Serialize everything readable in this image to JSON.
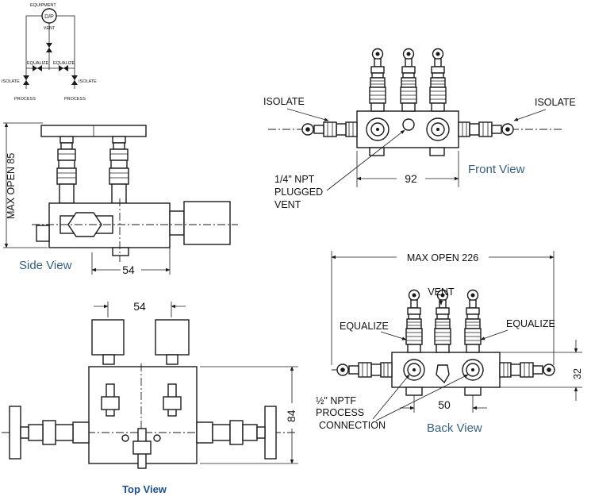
{
  "schematic": {
    "top_label": "EQUIPMENT",
    "dp": "D/P",
    "vent": "VENT",
    "equalize_left": "EQUALIZE",
    "equalize_right": "EQUALIZE",
    "isolate_left": "ISOLATE",
    "isolate_right": "ISOLATE",
    "process_left": "PROCESS",
    "process_right": "PROCESS"
  },
  "side_view": {
    "title": "Side View",
    "dim_height": "MAX OPEN 85",
    "dim_width": "54"
  },
  "front_view": {
    "title": "Front View",
    "isolate_left": "ISOLATE",
    "isolate_right": "ISOLATE",
    "dim_width": "92",
    "vent_line1": "1/4\" NPT",
    "vent_line2": "PLUGGED",
    "vent_line3": "VENT"
  },
  "top_view": {
    "title": "Top View",
    "dim_width": "54",
    "dim_height": "84"
  },
  "back_view": {
    "title": "Back View",
    "dim_max_open": "MAX OPEN 226",
    "vent": "VENT",
    "equalize_left": "EQUALIZE",
    "equalize_right": "EQUALIZE",
    "dim_height": "32",
    "dim_width": "50",
    "npt_line1": "½\" NPTF",
    "npt_line2": "PROCESS",
    "npt_line3": "CONNECTION"
  },
  "colors": {
    "line": "#1a1a1a",
    "view_label": "#3a5f7a",
    "top_view_label": "#1f4f8a"
  }
}
